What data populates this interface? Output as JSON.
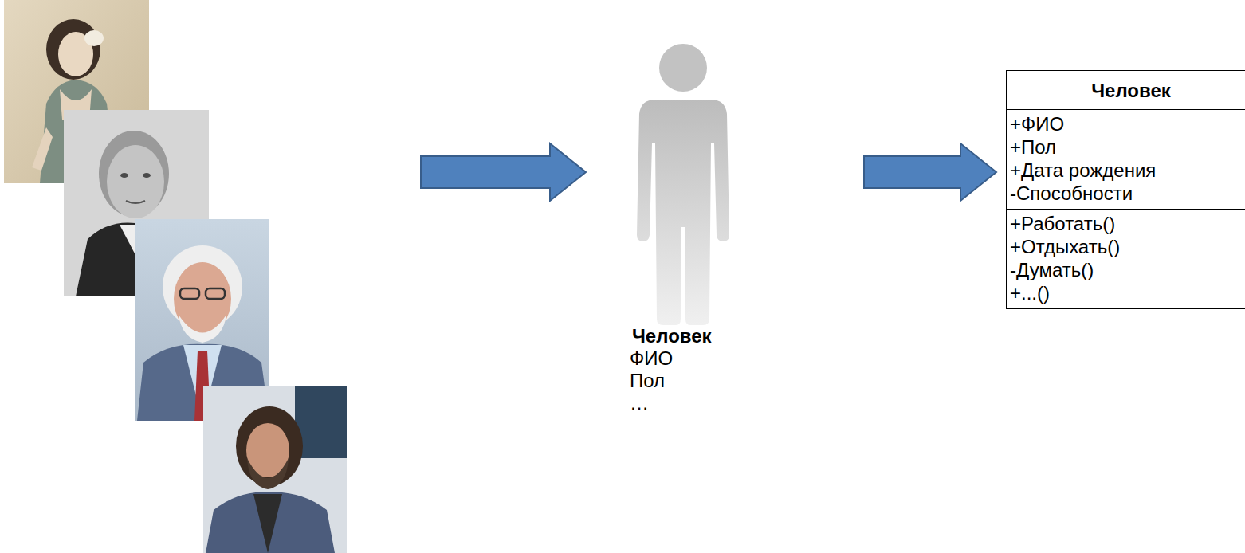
{
  "diagram": {
    "nodes": [
      {
        "text": [
          "Человек",
          "ФИО",
          "Пол",
          "…"
        ]
      },
      {
        "text": [
          "Человек",
          "+ФИО",
          "+Пол",
          "+Дата рождения",
          "-Способности",
          "+Работать()",
          "+Отдыхать()",
          "-Думать()",
          "+...()"
        ]
      }
    ],
    "edges": [
      {
        "from": 0,
        "to": 1,
        "arrow": "to"
      }
    ]
  }
}
